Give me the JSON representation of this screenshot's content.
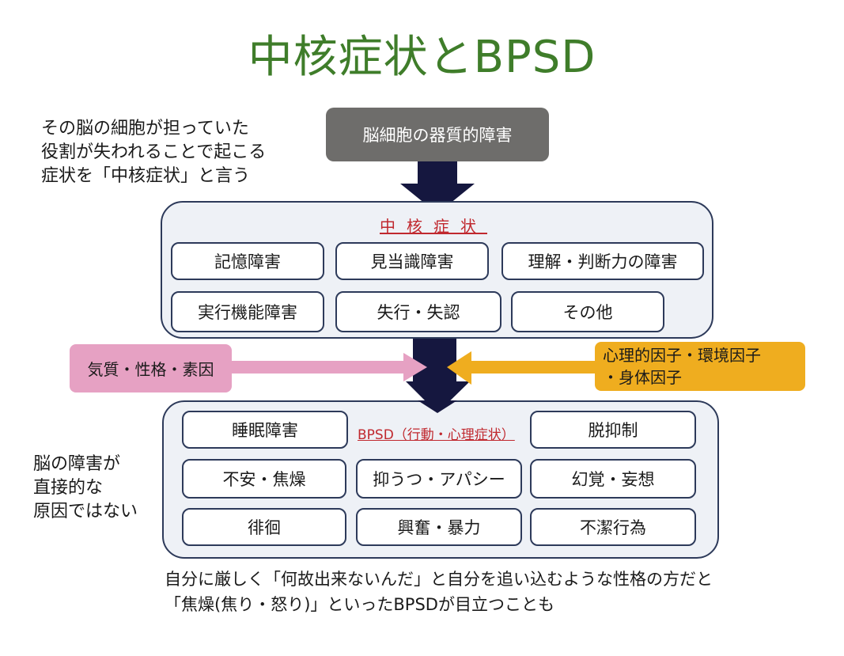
{
  "title": "中核症状とBPSD",
  "notes": {
    "top": [
      "その脳の細胞が担っていた",
      "役割が失われることで起こる",
      "症状を「中核症状」と言う"
    ],
    "left": [
      "脳の障害が",
      "直接的な",
      "原因ではない"
    ],
    "bottom": [
      "自分に厳しく「何故出来ないんだ」と自分を追い込むような性格の方だと",
      "「焦燥(焦り・怒り)」といったBPSDが目立つことも"
    ]
  },
  "cause_box": "脳細胞の器質的障害",
  "core": {
    "heading": "中核症状",
    "items": [
      "記憶障害",
      "見当識障害",
      "理解・判断力の障害",
      "実行機能障害",
      "失行・失認",
      "その他"
    ]
  },
  "factors": {
    "left": "気質・性格・素因",
    "right": [
      "心理的因子・環境因子",
      "・身体因子"
    ]
  },
  "bpsd": {
    "heading": "BPSD（行動・心理症状）",
    "items": [
      "睡眠障害",
      "脱抑制",
      "不安・焦燥",
      "抑うつ・アパシー",
      "幻覚・妄想",
      "徘徊",
      "興奮・暴力",
      "不潔行為"
    ]
  },
  "colors": {
    "title": "#3f7d2a",
    "heading_red": "#c0282e",
    "arrow_navy": "#15173f",
    "pink": "#e6a1c3",
    "orange": "#efad1f",
    "cause_gray": "#6e6d6b"
  }
}
